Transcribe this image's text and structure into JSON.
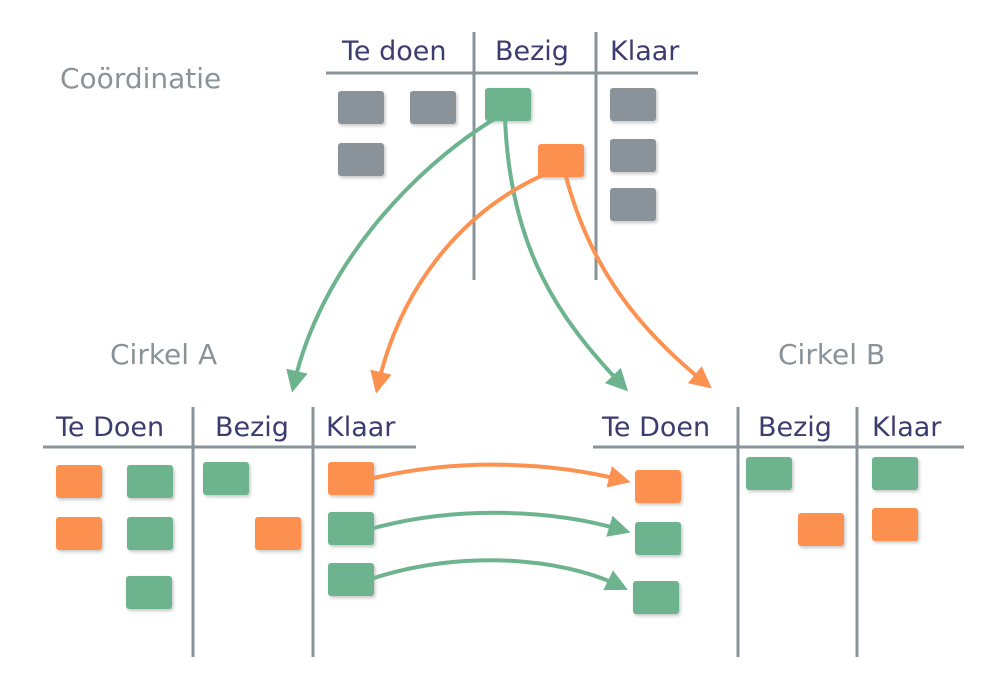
{
  "colors": {
    "gray_card": "#8a9399",
    "green_card": "#6db48e",
    "orange_card": "#fc9150",
    "line": "#8a9399",
    "header_text": "#3d3c6e",
    "title_text": "#8a9399"
  },
  "coordination": {
    "title": "Coördinatie",
    "columns": [
      "Te doen",
      "Bezig",
      "Klaar"
    ]
  },
  "circle_a": {
    "title": "Cirkel A",
    "columns": [
      "Te Doen",
      "Bezig",
      "Klaar"
    ]
  },
  "circle_b": {
    "title": "Cirkel B",
    "columns": [
      "Te Doen",
      "Bezig",
      "Klaar"
    ]
  }
}
